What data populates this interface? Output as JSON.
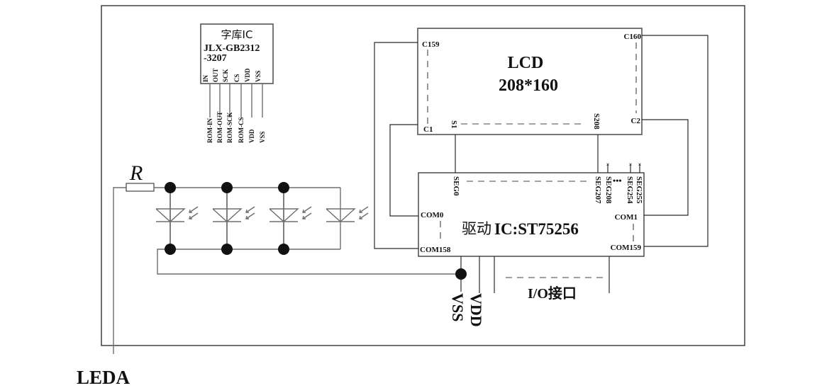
{
  "rom_ic": {
    "title": "字库IC",
    "part_line1": "JLX-GB2312",
    "part_line2": "-3207",
    "pins": [
      "IN",
      "OUT",
      "SCK",
      "CS",
      "VDD",
      "VSS"
    ],
    "nets": [
      "ROM-IN",
      "ROM-OUT",
      "ROM-SCK",
      "ROM-CS",
      "VDD",
      "VSS"
    ]
  },
  "lcd": {
    "title": "LCD",
    "resolution": "208*160",
    "labels": {
      "c159": "C159",
      "c1": "C1",
      "c160": "C160",
      "c2": "C2",
      "s1": "S1",
      "s208": "S208"
    }
  },
  "driver_ic": {
    "title_cn": "驱动",
    "title": "IC:ST75256",
    "labels": {
      "seg0": "SEG0",
      "seg207": "SEG207",
      "seg208": "SEG208",
      "ellipsis": "•••",
      "seg254": "SEG254",
      "seg255": "SEG255",
      "com0": "COM0",
      "com158": "COM158",
      "com1": "COM1",
      "com159": "COM159"
    },
    "nc_mark": "×"
  },
  "power": {
    "vss": "VSS",
    "vdd": "VDD"
  },
  "io": {
    "label": "I/O接口"
  },
  "backlight": {
    "resistor_label": "R",
    "led_count": 4,
    "anode_label": "LEDA"
  }
}
